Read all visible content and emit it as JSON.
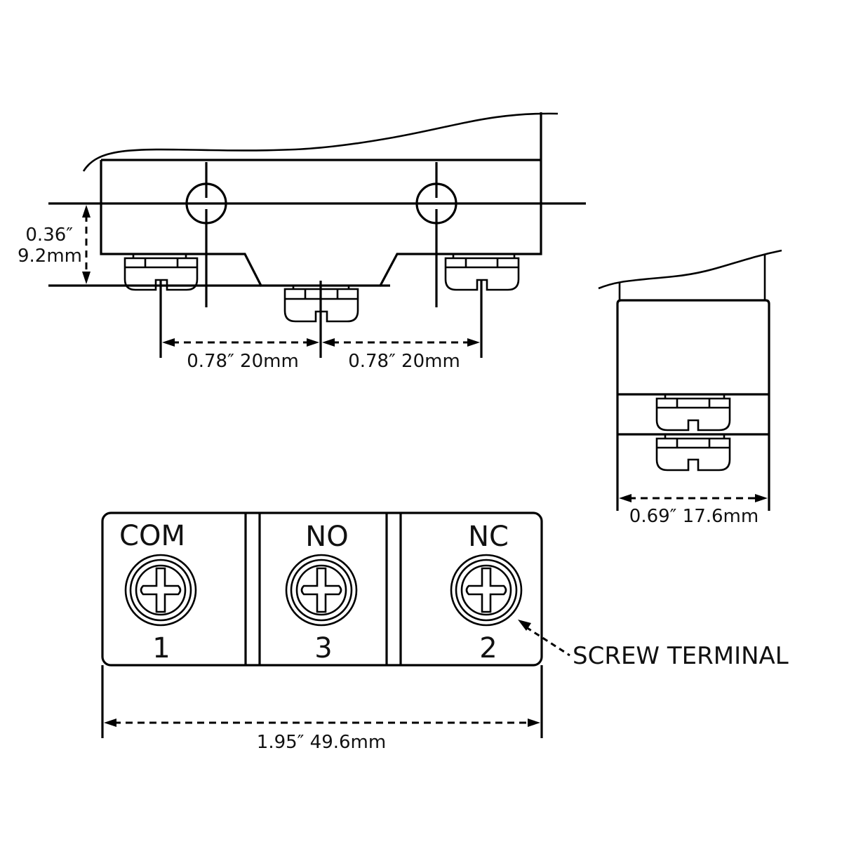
{
  "title": "Micro switch screw terminal dimension drawing",
  "front_view": {
    "height_dimension": {
      "inch": "0.36″",
      "mm": "9.2mm"
    },
    "pitch_left": "0.78″ 20mm",
    "pitch_right": "0.78″ 20mm"
  },
  "side_view": {
    "width_dimension": "0.69″ 17.6mm"
  },
  "terminal_view": {
    "terminals": [
      {
        "label": "COM",
        "number": "1"
      },
      {
        "label": "NO",
        "number": "3"
      },
      {
        "label": "NC",
        "number": "2"
      }
    ],
    "callout": "SCREW TERMINAL",
    "length_dimension": "1.95″ 49.6mm"
  }
}
